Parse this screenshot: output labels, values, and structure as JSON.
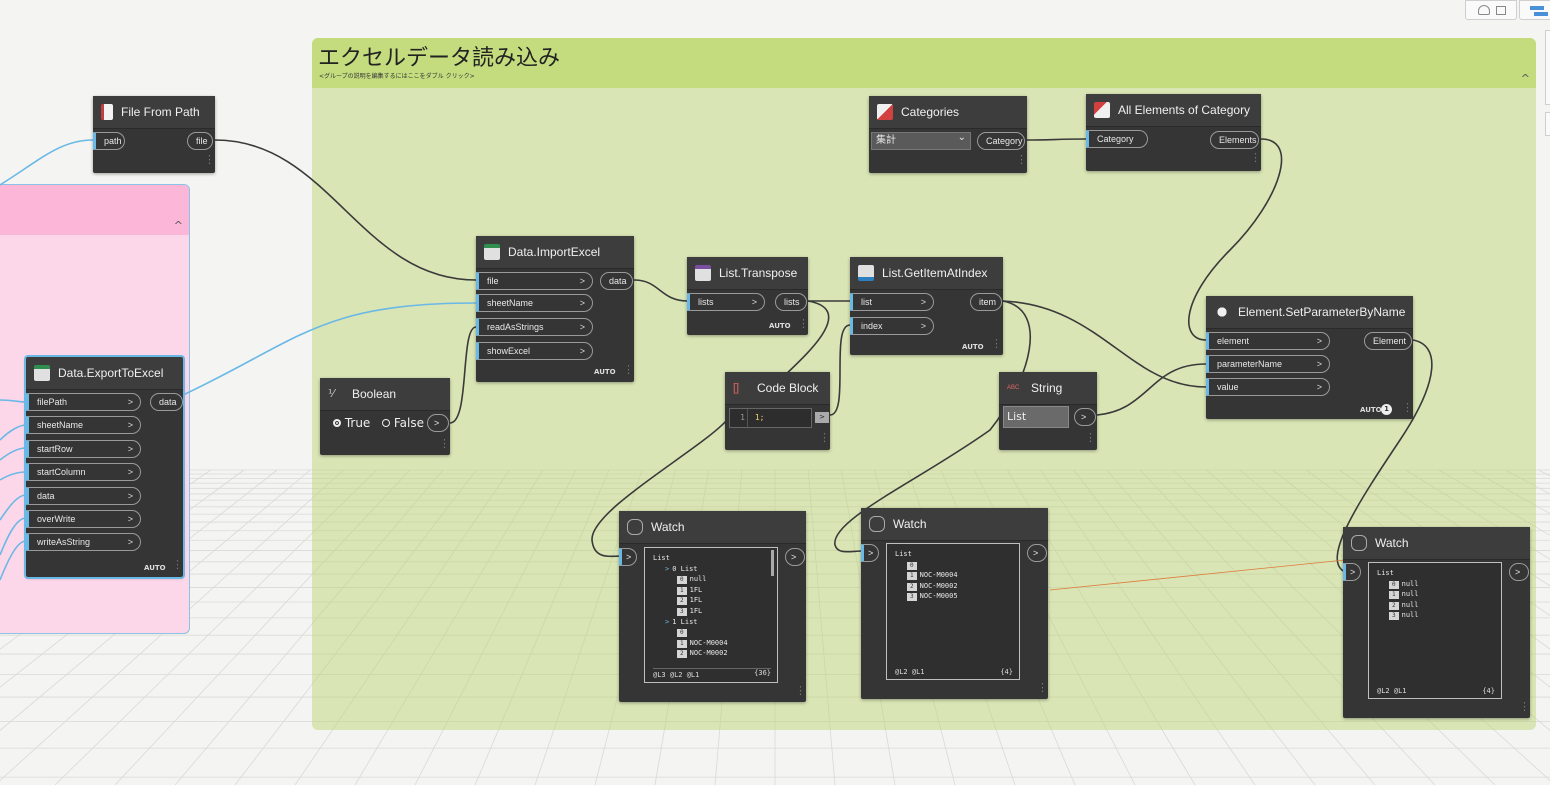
{
  "colors": {
    "wire": "#3a3a3a",
    "wire_blue": "#6ab8e6",
    "wire_orange": "#e07a3a",
    "group_green": "#c4dc7e",
    "group_pink": "#fcb6d7",
    "node_bg": "#353535"
  },
  "groups": {
    "excel_read": {
      "title": "エクセルデータ読み込み",
      "description": "<グループの説明を編集するにはここをダブル クリック>"
    }
  },
  "nodes": {
    "file_from_path": {
      "title": "File From Path",
      "in_path": "path",
      "out_file": "file"
    },
    "categories": {
      "title": "Categories",
      "selected": "集計",
      "out": "Category"
    },
    "all_elements": {
      "title": "All Elements of Category",
      "in": "Category",
      "out": "Elements"
    },
    "import_excel": {
      "title": "Data.ImportExcel",
      "in_file": "file",
      "in_sheet": "sheetName",
      "in_read": "readAsStrings",
      "in_show": "showExcel",
      "out": "data",
      "lacing": "AUTO"
    },
    "transpose": {
      "title": "List.Transpose",
      "in": "lists",
      "out": "lists",
      "lacing": "AUTO"
    },
    "get_item": {
      "title": "List.GetItemAtIndex",
      "in_list": "list",
      "in_index": "index",
      "out": "item",
      "lacing": "AUTO"
    },
    "set_param": {
      "title": "Element.SetParameterByName",
      "in_element": "element",
      "in_param": "parameterName",
      "in_value": "value",
      "out": "Element",
      "lacing": "AUTO",
      "warning_count": "1"
    },
    "boolean": {
      "title": "Boolean",
      "true_label": "True",
      "false_label": "False",
      "value": true
    },
    "code_block": {
      "title": "Code Block",
      "line_no": "1",
      "code": "1;"
    },
    "string": {
      "title": "String",
      "value": "List"
    },
    "export_excel": {
      "title": "Data.ExportToExcel",
      "inputs": [
        "filePath",
        "sheetName",
        "startRow",
        "startColumn",
        "data",
        "overWrite",
        "writeAsString"
      ],
      "out": "data",
      "lacing": "AUTO"
    },
    "watch1": {
      "title": "Watch",
      "lines": [
        {
          "indent": 0,
          "arrow": "",
          "idx": "",
          "text": "List"
        },
        {
          "indent": 1,
          "arrow": ">",
          "idx": "",
          "text": "0 List"
        },
        {
          "indent": 2,
          "arrow": "",
          "idx": "0",
          "text": "null"
        },
        {
          "indent": 2,
          "arrow": "",
          "idx": "1",
          "text": "1FL"
        },
        {
          "indent": 2,
          "arrow": "",
          "idx": "2",
          "text": "1FL"
        },
        {
          "indent": 2,
          "arrow": "",
          "idx": "3",
          "text": "1FL"
        },
        {
          "indent": 1,
          "arrow": ">",
          "idx": "",
          "text": "1 List"
        },
        {
          "indent": 2,
          "arrow": "",
          "idx": "0",
          "text": ""
        },
        {
          "indent": 2,
          "arrow": "",
          "idx": "1",
          "text": "NOC-M0004"
        },
        {
          "indent": 2,
          "arrow": "",
          "idx": "2",
          "text": "NOC-M0002"
        }
      ],
      "levels": "@L3 @L2 @L1",
      "count": "{36}"
    },
    "watch2": {
      "title": "Watch",
      "lines": [
        {
          "indent": 0,
          "arrow": "",
          "idx": "",
          "text": "List"
        },
        {
          "indent": 1,
          "arrow": "",
          "idx": "0",
          "text": ""
        },
        {
          "indent": 1,
          "arrow": "",
          "idx": "1",
          "text": "NOC-M0004"
        },
        {
          "indent": 1,
          "arrow": "",
          "idx": "2",
          "text": "NOC-M0002"
        },
        {
          "indent": 1,
          "arrow": "",
          "idx": "3",
          "text": "NOC-M0005"
        }
      ],
      "levels": "@L2 @L1",
      "count": "{4}"
    },
    "watch3": {
      "title": "Watch",
      "lines": [
        {
          "indent": 0,
          "arrow": "",
          "idx": "",
          "text": "List"
        },
        {
          "indent": 1,
          "arrow": "",
          "idx": "0",
          "text": "null"
        },
        {
          "indent": 1,
          "arrow": "",
          "idx": "1",
          "text": "null"
        },
        {
          "indent": 1,
          "arrow": "",
          "idx": "2",
          "text": "null"
        },
        {
          "indent": 1,
          "arrow": "",
          "idx": "3",
          "text": "null"
        }
      ],
      "levels": "@L2 @L1",
      "count": "{4}"
    }
  },
  "ui": {
    "arrow": ">",
    "caret_up": "^",
    "dropdown_caret": "⌄"
  }
}
